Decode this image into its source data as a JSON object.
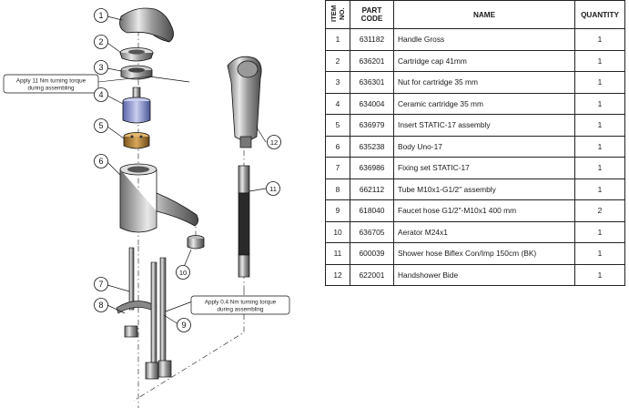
{
  "table": {
    "headers": {
      "item": "ITEM NO.",
      "part_code": "PART CODE",
      "name": "NAME",
      "quantity": "QUANTITY"
    },
    "rows": [
      {
        "item": "1",
        "code": "631182",
        "name": "Handle Gross",
        "qty": "1"
      },
      {
        "item": "2",
        "code": "636201",
        "name": "Cartridge cap 41mm",
        "qty": "1"
      },
      {
        "item": "3",
        "code": "636301",
        "name": "Nut for cartridge 35 mm",
        "qty": "1"
      },
      {
        "item": "4",
        "code": "634004",
        "name": "Ceramic cartridge 35 mm",
        "qty": "1"
      },
      {
        "item": "5",
        "code": "636979",
        "name": "Insert STATIC-17 assembly",
        "qty": "1"
      },
      {
        "item": "6",
        "code": "635238",
        "name": "Body Uno-17",
        "qty": "1"
      },
      {
        "item": "7",
        "code": "636986",
        "name": "Fixing set STATIC-17",
        "qty": "1"
      },
      {
        "item": "8",
        "code": "662112",
        "name": "Tube M10x1-G1/2\" assembly",
        "qty": "1"
      },
      {
        "item": "9",
        "code": "618040",
        "name": "Faucet hose G1/2\"-M10x1 400 mm",
        "qty": "2"
      },
      {
        "item": "10",
        "code": "636705",
        "name": "Aerator M24x1",
        "qty": "1"
      },
      {
        "item": "11",
        "code": "600039",
        "name": "Shower hose Biflex Con/Imp 150cm (BK)",
        "qty": "1"
      },
      {
        "item": "12",
        "code": "622001",
        "name": "Handshower Bide",
        "qty": "1"
      }
    ]
  },
  "diagram": {
    "callouts": {
      "torque_top": [
        "Apply 11 Nm turning torque",
        "during assembling"
      ],
      "torque_bottom": [
        "Apply 0.4 Nm turning torque",
        "during assembling"
      ]
    },
    "balloons": [
      "1",
      "2",
      "3",
      "4",
      "5",
      "6",
      "7",
      "8",
      "9",
      "10",
      "11",
      "12"
    ]
  }
}
